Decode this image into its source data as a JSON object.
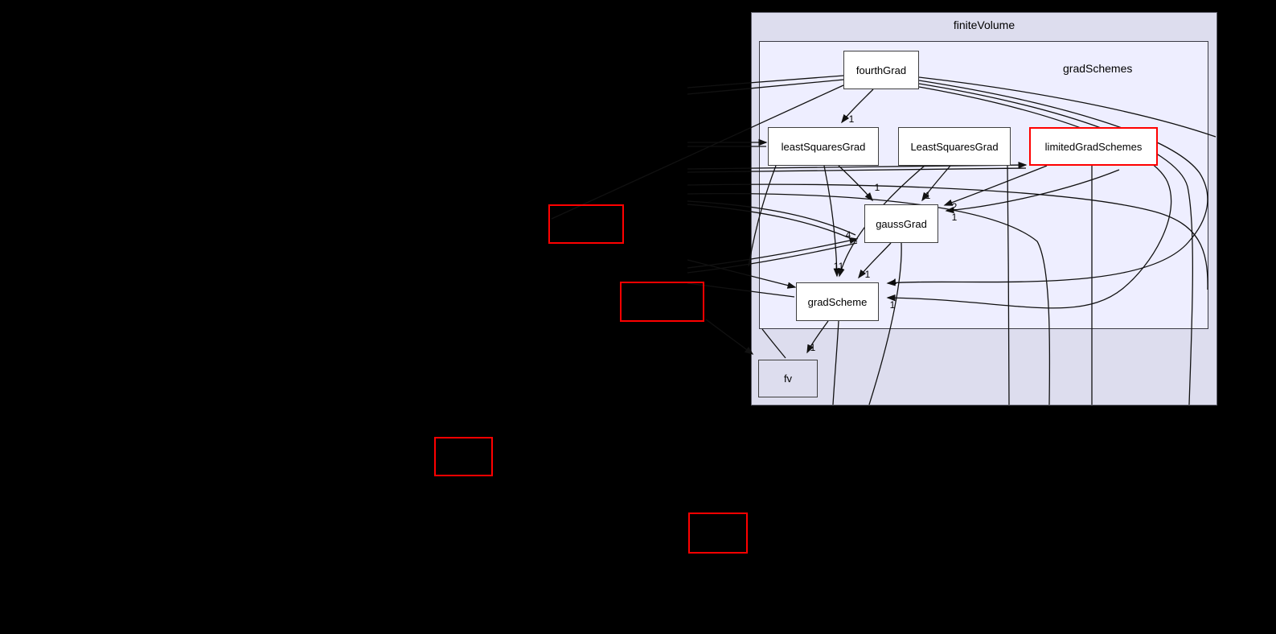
{
  "diagram_type": "directory-dependency-graph",
  "clusters": {
    "outer": {
      "label": "finiteVolume"
    },
    "inner": {
      "label": "gradSchemes"
    }
  },
  "nodes": {
    "fourthGrad": {
      "label": "fourthGrad"
    },
    "leastSquaresGrad": {
      "label": "leastSquaresGrad"
    },
    "LeastSquaresGrad": {
      "label": "LeastSquaresGrad"
    },
    "limitedGradSchemes": {
      "label": "limitedGradSchemes"
    },
    "gaussGrad": {
      "label": "gaussGrad"
    },
    "gradScheme": {
      "label": "gradScheme"
    },
    "fv": {
      "label": "fv"
    }
  },
  "external_nodes": [
    {
      "label": ""
    },
    {
      "label": ""
    },
    {
      "label": ""
    },
    {
      "label": ""
    }
  ],
  "edge_labels": [
    "1",
    "1",
    "1",
    "2",
    "1",
    "4",
    "1",
    "1",
    "1",
    "4",
    "1",
    "1"
  ],
  "colors": {
    "background": "#000000",
    "outer_cluster_fill": "#ddddee",
    "inner_cluster_fill": "#eeeeff",
    "node_fill": "#ffffff",
    "node_border": "#3f3f3f",
    "highlight_border": "#ff0000",
    "edge": "#111111",
    "text": "#000000"
  }
}
